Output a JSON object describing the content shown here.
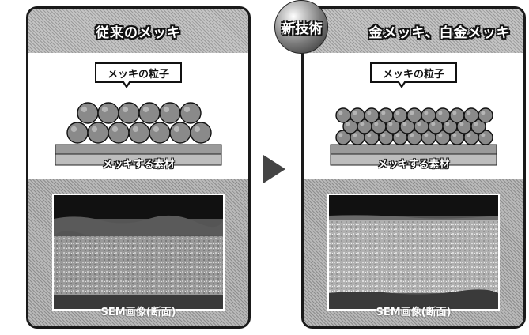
{
  "left_panel": {
    "title": "従来のメッキ",
    "callout": "メッキの粒子",
    "base_label": "メッキする素材",
    "sem_caption": "SEM画像(断面)"
  },
  "right_panel": {
    "badge": "新技術",
    "title": "金メッキ、白金メッキ",
    "callout": "メッキの粒子",
    "base_label": "メッキする素材",
    "sem_caption": "SEM画像(断面)"
  },
  "colors": {
    "frame": "#1a1a1a",
    "particle": "#8a8a8a",
    "arrow": "#444444"
  },
  "icons": {
    "arrow": "triangle-right-icon",
    "badge": "sphere-icon"
  }
}
